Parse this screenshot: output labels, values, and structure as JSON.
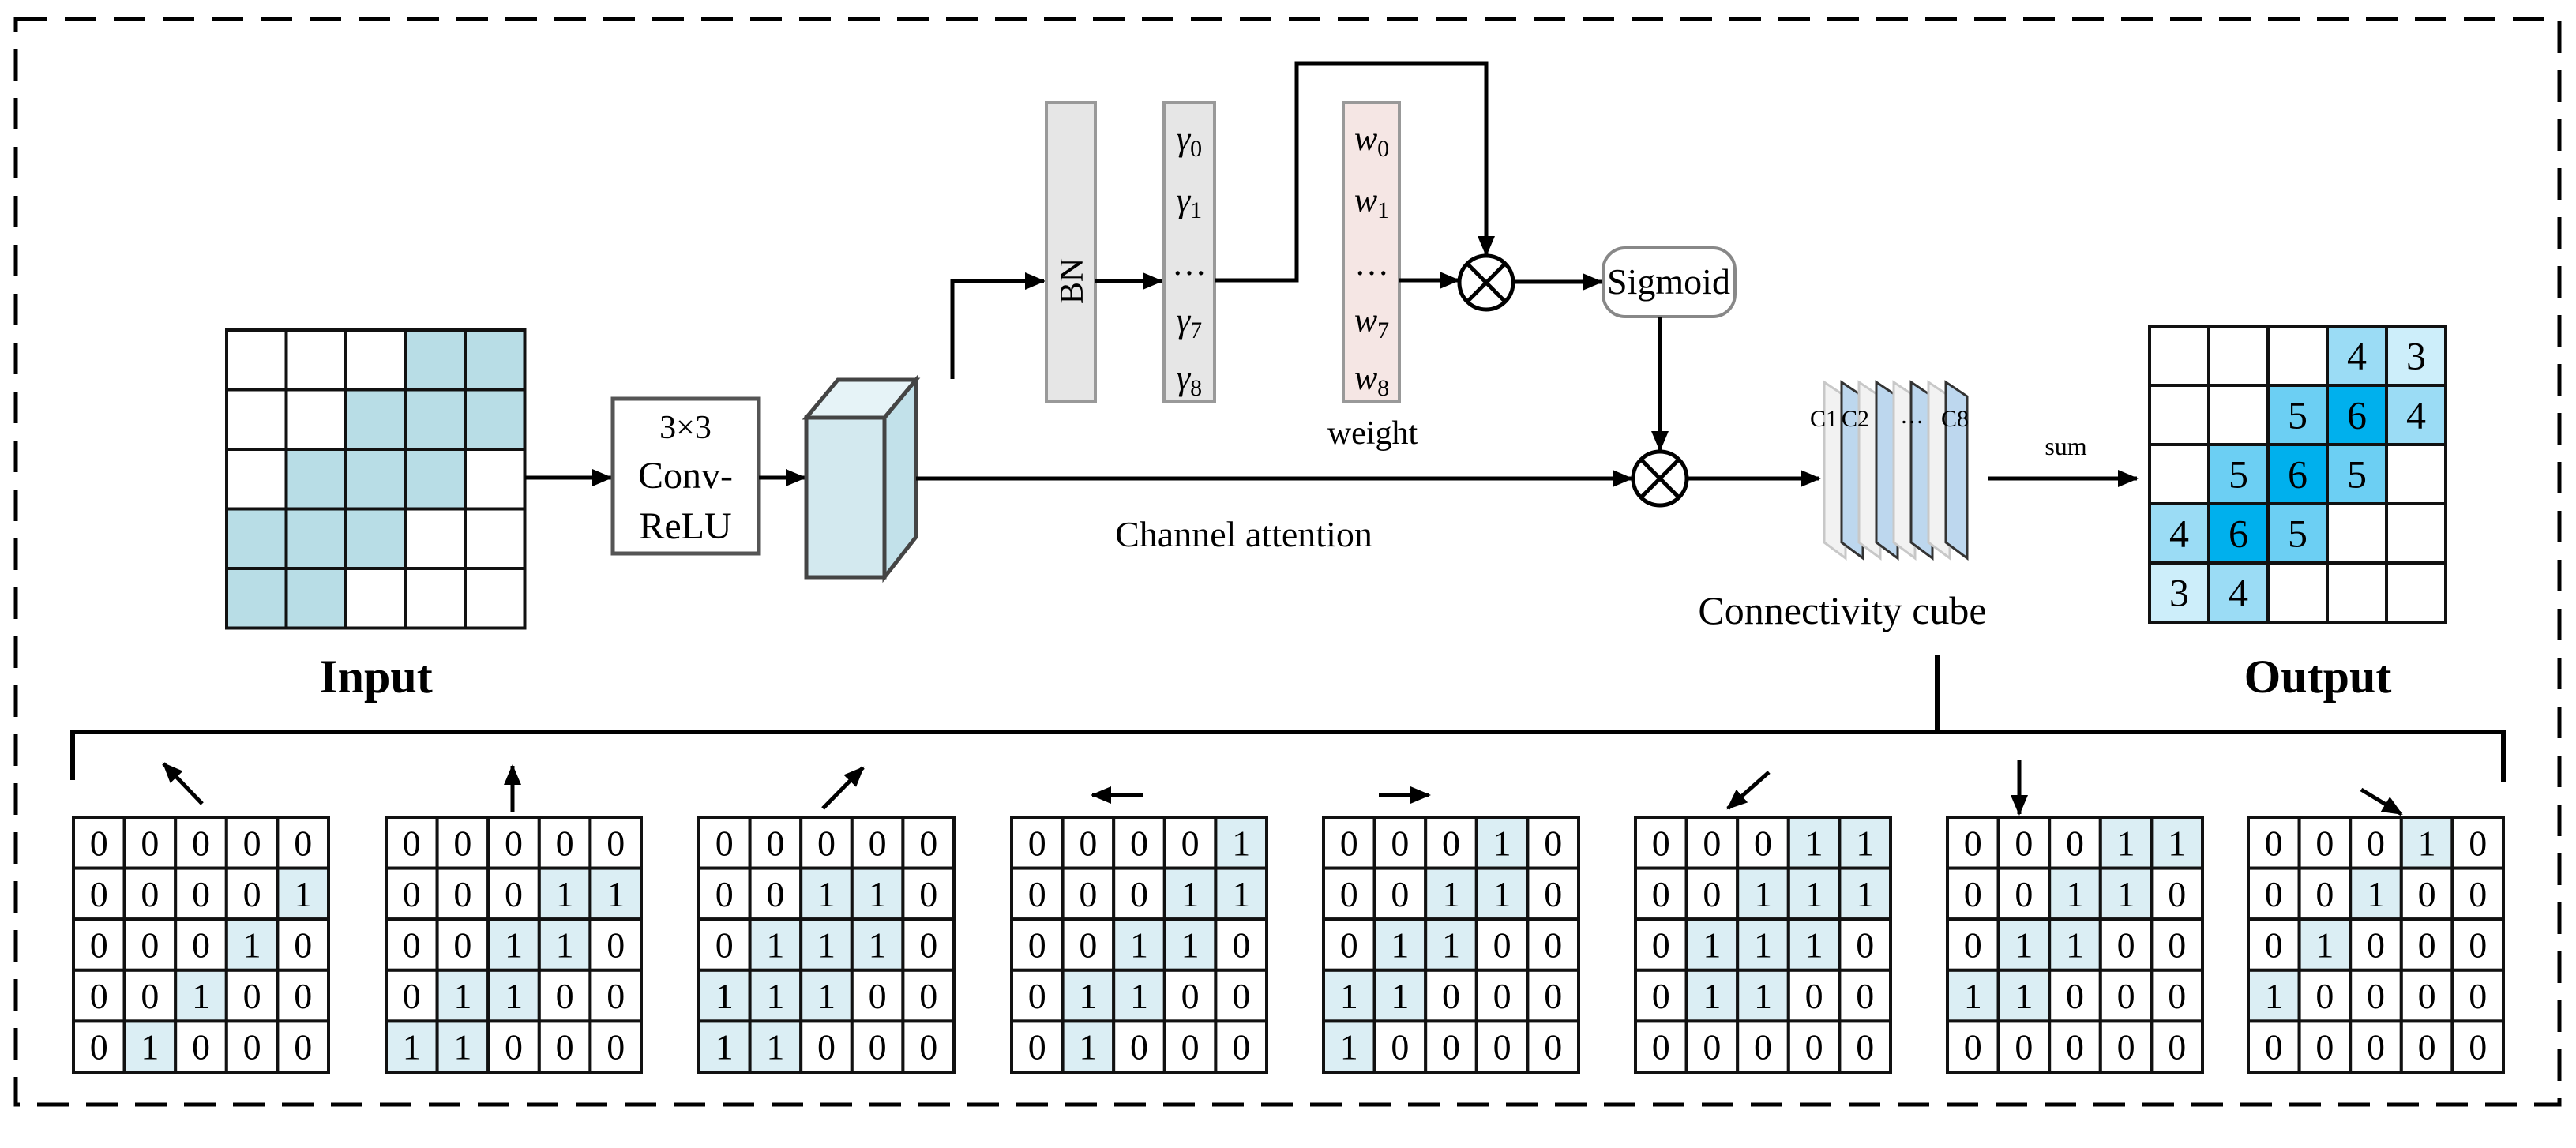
{
  "input": {
    "label": "Input",
    "grid": [
      [
        0,
        0,
        0,
        1,
        1
      ],
      [
        0,
        0,
        1,
        1,
        1
      ],
      [
        0,
        1,
        1,
        1,
        0
      ],
      [
        1,
        1,
        1,
        0,
        0
      ],
      [
        1,
        1,
        0,
        0,
        0
      ]
    ],
    "fill_color": "#b8dde6"
  },
  "conv": {
    "line1": "3×3",
    "line2": "Conv-",
    "line3": "ReLU"
  },
  "bn": {
    "label": "BN"
  },
  "gamma": {
    "items": [
      "γ0",
      "γ1",
      "…",
      "γ7",
      "γ8"
    ],
    "symbol": "γ",
    "subs": [
      "0",
      "1",
      "",
      "7",
      "8"
    ]
  },
  "weight": {
    "items": [
      "w0",
      "w1",
      "…",
      "w7",
      "w8"
    ],
    "symbol": "w",
    "subs": [
      "0",
      "1",
      "",
      "7",
      "8"
    ],
    "label": "weight",
    "fill_color": "#f5e6e4"
  },
  "sigmoid": {
    "label": "Sigmoid"
  },
  "channel_attention": {
    "label": "Channel attention"
  },
  "cube": {
    "label": "Connectivity cube",
    "channel_labels": {
      "c1": "C1",
      "c2": "C2",
      "dots": "…",
      "c8": "C8"
    }
  },
  "sum": {
    "label": "sum"
  },
  "output": {
    "label": "Output",
    "grid": [
      [
        0,
        0,
        0,
        4,
        3
      ],
      [
        0,
        0,
        5,
        6,
        4
      ],
      [
        0,
        5,
        6,
        5,
        0
      ],
      [
        4,
        6,
        5,
        0,
        0
      ],
      [
        3,
        4,
        0,
        0,
        0
      ]
    ],
    "colors": {
      "3": "#cdeefa",
      "4": "#9bdcf5",
      "5": "#6ccff3",
      "6": "#00b0ed"
    }
  },
  "directions": [
    {
      "name": "up-left",
      "arrow": "↖",
      "grid": [
        [
          0,
          0,
          0,
          0,
          0
        ],
        [
          0,
          0,
          0,
          0,
          1
        ],
        [
          0,
          0,
          0,
          1,
          0
        ],
        [
          0,
          0,
          1,
          0,
          0
        ],
        [
          0,
          1,
          0,
          0,
          0
        ]
      ]
    },
    {
      "name": "up",
      "arrow": "↑",
      "grid": [
        [
          0,
          0,
          0,
          0,
          0
        ],
        [
          0,
          0,
          0,
          1,
          1
        ],
        [
          0,
          0,
          1,
          1,
          0
        ],
        [
          0,
          1,
          1,
          0,
          0
        ],
        [
          1,
          1,
          0,
          0,
          0
        ]
      ]
    },
    {
      "name": "up-right",
      "arrow": "↗",
      "grid": [
        [
          0,
          0,
          0,
          0,
          0
        ],
        [
          0,
          0,
          1,
          1,
          0
        ],
        [
          0,
          1,
          1,
          1,
          0
        ],
        [
          1,
          1,
          1,
          0,
          0
        ],
        [
          1,
          1,
          0,
          0,
          0
        ]
      ]
    },
    {
      "name": "left",
      "arrow": "←",
      "grid": [
        [
          0,
          0,
          0,
          0,
          1
        ],
        [
          0,
          0,
          0,
          1,
          1
        ],
        [
          0,
          0,
          1,
          1,
          0
        ],
        [
          0,
          1,
          1,
          0,
          0
        ],
        [
          0,
          1,
          0,
          0,
          0
        ]
      ]
    },
    {
      "name": "right",
      "arrow": "→",
      "grid": [
        [
          0,
          0,
          0,
          1,
          0
        ],
        [
          0,
          0,
          1,
          1,
          0
        ],
        [
          0,
          1,
          1,
          0,
          0
        ],
        [
          1,
          1,
          0,
          0,
          0
        ],
        [
          1,
          0,
          0,
          0,
          0
        ]
      ]
    },
    {
      "name": "down-left",
      "arrow": "↙",
      "grid": [
        [
          0,
          0,
          0,
          1,
          1
        ],
        [
          0,
          0,
          1,
          1,
          1
        ],
        [
          0,
          1,
          1,
          1,
          0
        ],
        [
          0,
          1,
          1,
          0,
          0
        ],
        [
          0,
          0,
          0,
          0,
          0
        ]
      ]
    },
    {
      "name": "down",
      "arrow": "↓",
      "grid": [
        [
          0,
          0,
          0,
          1,
          1
        ],
        [
          0,
          0,
          1,
          1,
          0
        ],
        [
          0,
          1,
          1,
          0,
          0
        ],
        [
          1,
          1,
          0,
          0,
          0
        ],
        [
          0,
          0,
          0,
          0,
          0
        ]
      ]
    },
    {
      "name": "down-right",
      "arrow": "↘",
      "grid": [
        [
          0,
          0,
          0,
          1,
          0
        ],
        [
          0,
          0,
          1,
          0,
          0
        ],
        [
          0,
          1,
          0,
          0,
          0
        ],
        [
          1,
          0,
          0,
          0,
          0
        ],
        [
          0,
          0,
          0,
          0,
          0
        ]
      ]
    }
  ],
  "colors": {
    "direction_fill": "#dbeef4",
    "block_front": "#d3e9ef",
    "block_top": "#e6f3f7",
    "block_side": "#c2e1ea",
    "gray_box": "#e6e6e6",
    "cube_light": "#f2f2f2",
    "cube_blue": "#bdd7ee"
  }
}
